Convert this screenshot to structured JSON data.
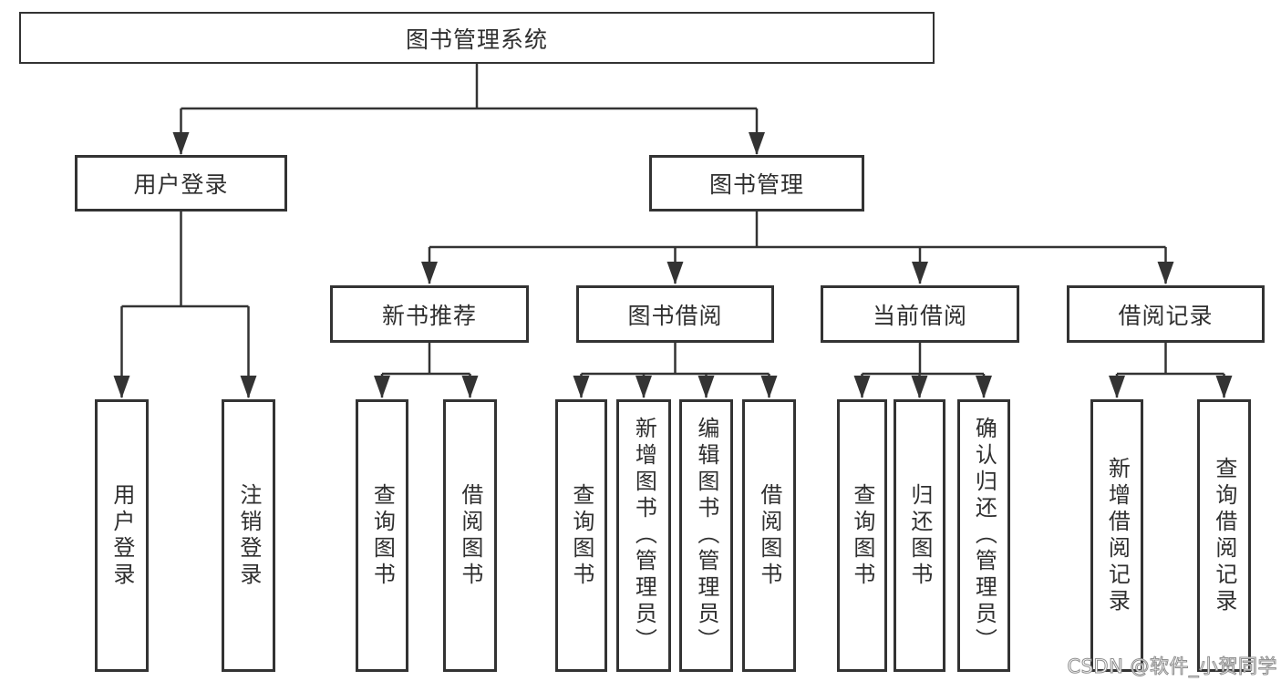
{
  "colors": {
    "line": "#333333",
    "box_border": "#333333",
    "text": "#2f2f2f",
    "watermark_outline": "#8f8f8f"
  },
  "watermark": {
    "text": "CSDN @软件_小贺同学"
  },
  "tree": {
    "label": "图书管理系统",
    "children": [
      {
        "label": "用户登录",
        "children": [
          {
            "label": "用户登录"
          },
          {
            "label": "注销登录"
          }
        ]
      },
      {
        "label": "图书管理",
        "children": [
          {
            "label": "新书推荐",
            "children": [
              {
                "label": "查询图书"
              },
              {
                "label": "借阅图书"
              }
            ]
          },
          {
            "label": "图书借阅",
            "children": [
              {
                "label": "查询图书"
              },
              {
                "label": "新增图书（管理员）"
              },
              {
                "label": "编辑图书（管理员）"
              },
              {
                "label": "借阅图书"
              }
            ]
          },
          {
            "label": "当前借阅",
            "children": [
              {
                "label": "查询图书"
              },
              {
                "label": "归还图书"
              },
              {
                "label": "确认归还（管理员）"
              }
            ]
          },
          {
            "label": "借阅记录",
            "children": [
              {
                "label": "新增借阅记录"
              },
              {
                "label": "查询借阅记录"
              }
            ]
          }
        ]
      }
    ]
  }
}
